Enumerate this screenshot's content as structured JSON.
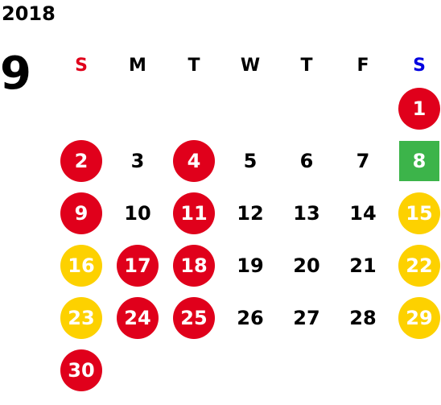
{
  "year": "2018",
  "month": "9",
  "weekdays": [
    {
      "label": "S",
      "color": "#e0001b"
    },
    {
      "label": "M",
      "color": "#000000"
    },
    {
      "label": "T",
      "color": "#000000"
    },
    {
      "label": "W",
      "color": "#000000"
    },
    {
      "label": "T",
      "color": "#000000"
    },
    {
      "label": "F",
      "color": "#000000"
    },
    {
      "label": "S",
      "color": "#0000e0"
    }
  ],
  "colors": {
    "holiday_red": "#e0001b",
    "event_yellow": "#fdd100",
    "today_green": "#3cb44a"
  },
  "weeks": [
    [
      null,
      null,
      null,
      null,
      null,
      null,
      {
        "day": "1",
        "style": "red"
      }
    ],
    [
      {
        "day": "2",
        "style": "red"
      },
      {
        "day": "3",
        "style": "plain"
      },
      {
        "day": "4",
        "style": "red"
      },
      {
        "day": "5",
        "style": "plain"
      },
      {
        "day": "6",
        "style": "plain"
      },
      {
        "day": "7",
        "style": "plain"
      },
      {
        "day": "8",
        "style": "green"
      }
    ],
    [
      {
        "day": "9",
        "style": "red"
      },
      {
        "day": "10",
        "style": "plain"
      },
      {
        "day": "11",
        "style": "red"
      },
      {
        "day": "12",
        "style": "plain"
      },
      {
        "day": "13",
        "style": "plain"
      },
      {
        "day": "14",
        "style": "plain"
      },
      {
        "day": "15",
        "style": "yellow"
      }
    ],
    [
      {
        "day": "16",
        "style": "yellow"
      },
      {
        "day": "17",
        "style": "red"
      },
      {
        "day": "18",
        "style": "red"
      },
      {
        "day": "19",
        "style": "plain"
      },
      {
        "day": "20",
        "style": "plain"
      },
      {
        "day": "21",
        "style": "plain"
      },
      {
        "day": "22",
        "style": "yellow"
      }
    ],
    [
      {
        "day": "23",
        "style": "yellow"
      },
      {
        "day": "24",
        "style": "red"
      },
      {
        "day": "25",
        "style": "red"
      },
      {
        "day": "26",
        "style": "plain"
      },
      {
        "day": "27",
        "style": "plain"
      },
      {
        "day": "28",
        "style": "plain"
      },
      {
        "day": "29",
        "style": "yellow"
      }
    ],
    [
      {
        "day": "30",
        "style": "red"
      },
      null,
      null,
      null,
      null,
      null,
      null
    ]
  ]
}
